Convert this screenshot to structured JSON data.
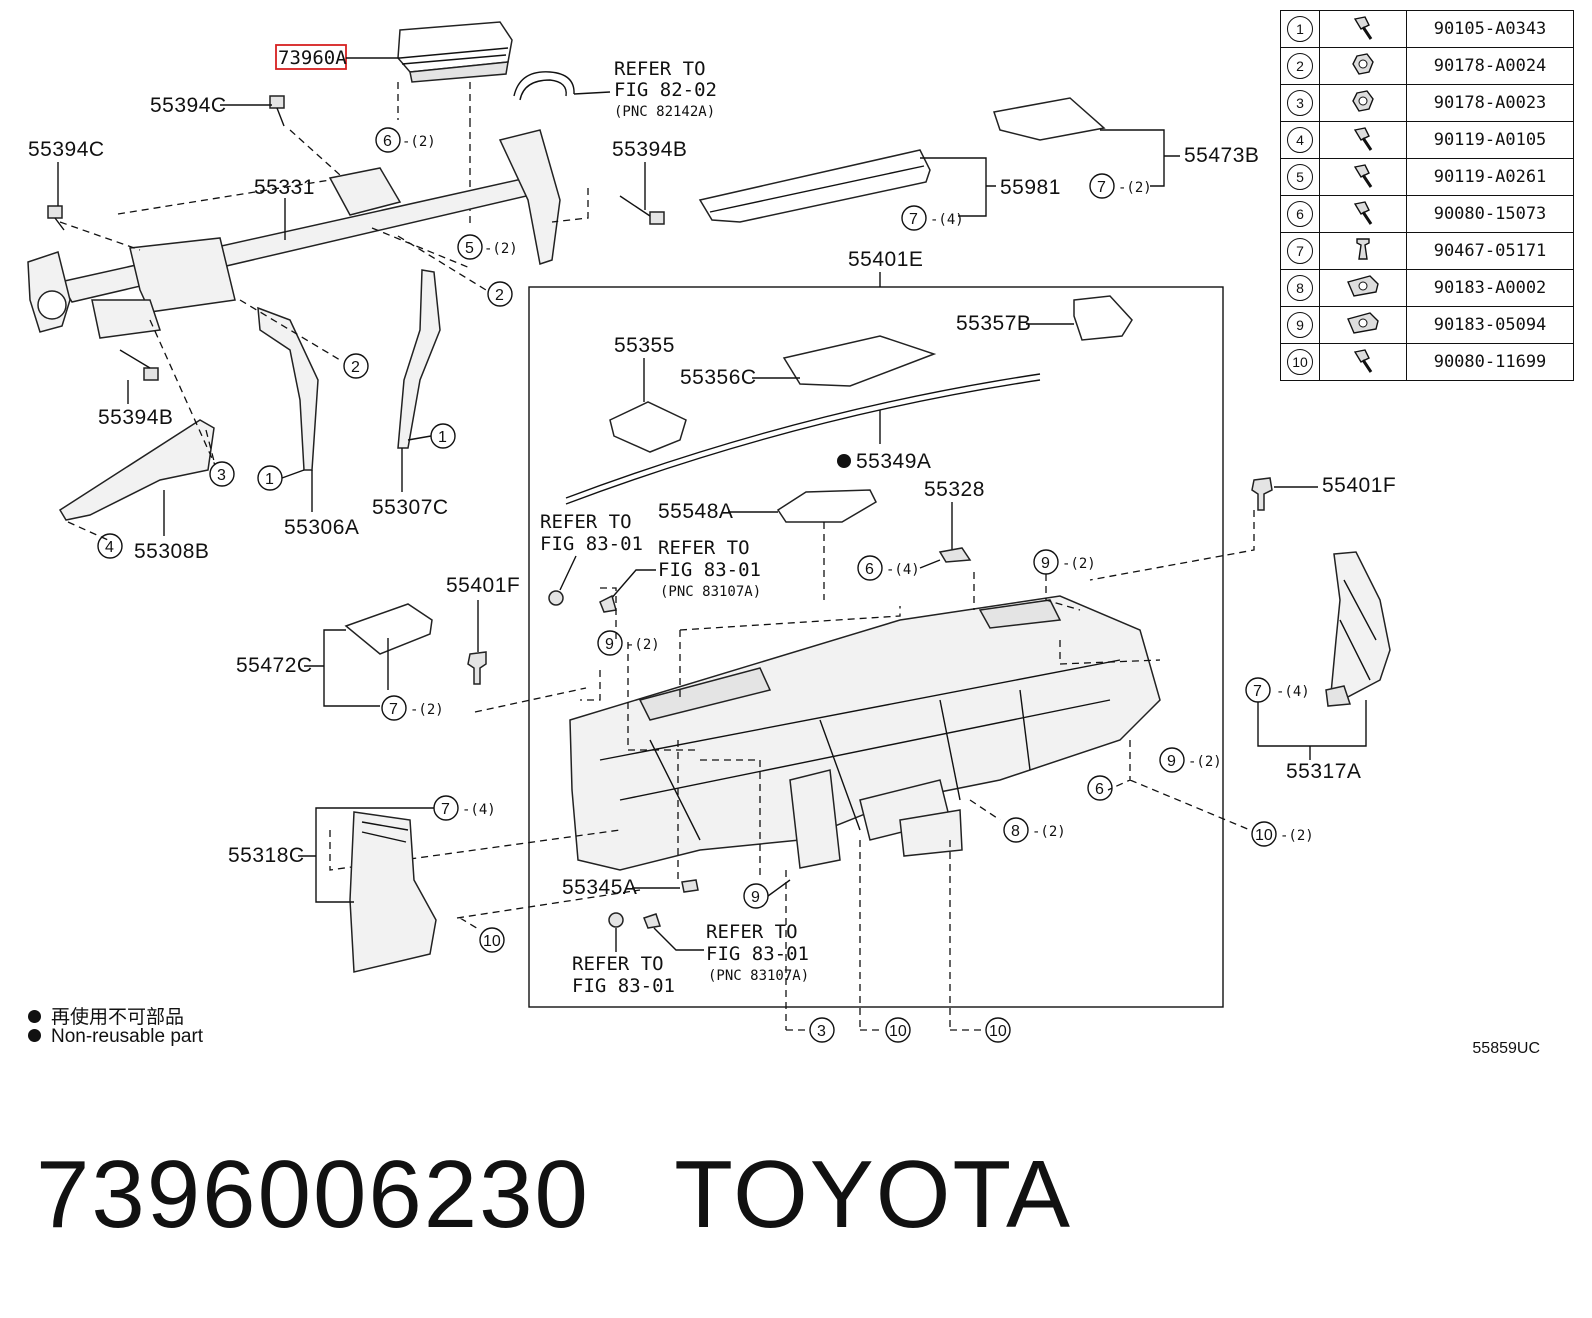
{
  "highlight_part": "73960A",
  "highlight_color": "#d62020",
  "labels": {
    "p55394C_a": "55394C",
    "p55394C_b": "55394C",
    "p55331": "55331",
    "p55394B_a": "55394B",
    "p55394B_b": "55394B",
    "p55306A": "55306A",
    "p55307C": "55307C",
    "p55308B": "55308B",
    "p55981": "55981",
    "p55473B": "55473B",
    "p55401E": "55401E",
    "p55355": "55355",
    "p55356C": "55356C",
    "p55357B": "55357B",
    "p55349A": "55349A",
    "p55328": "55328",
    "p55548A": "55548A",
    "p55401F_a": "55401F",
    "p55401F_b": "55401F",
    "p55472C": "55472C",
    "p55317A": "55317A",
    "p55318C": "55318C",
    "p55345A": "55345A"
  },
  "refs": {
    "r1_l1": "REFER TO",
    "r1_l2": "FIG 82-02",
    "r1_l3": "(PNC 82142A)",
    "r2_l1": "REFER TO",
    "r2_l2": "FIG 83-01",
    "r3_l1": "REFER TO",
    "r3_l2": "FIG 83-01",
    "r3_l3": "(PNC 83107A)",
    "r4_l1": "REFER TO",
    "r4_l2": "FIG 83-01",
    "r4_l3": "(PNC 83107A)",
    "r5_l1": "REFER TO",
    "r5_l2": "FIG 83-01"
  },
  "callouts": {
    "c6_top": "6",
    "q6_top": "-(2)",
    "c5": "5",
    "q5": "-(2)",
    "c2_a": "2",
    "c2_b": "2",
    "c3": "3",
    "c1_a": "1",
    "c1_b": "1",
    "c4": "4",
    "c7_981": "7",
    "q7_981": "-(4)",
    "c7_473": "7",
    "q7_473": "-(2)",
    "c6_328": "6",
    "q6_328": "-(4)",
    "c9_top": "9",
    "q9_top": "-(2)",
    "c9_left": "9",
    "q9_left": "-(2)",
    "c7_472": "7",
    "q7_472": "-(2)",
    "c7_317": "7",
    "q7_317": "-(4)",
    "c9_right": "9",
    "q9_right": "-(2)",
    "c6_right": "6",
    "c10_right": "10",
    "q10_right": "-(2)",
    "c8": "8",
    "q8": "-(2)",
    "c9_bottom": "9",
    "c7_318": "7",
    "q7_318": "-(4)",
    "c10_left": "10",
    "c3_bot": "3",
    "c10_bot_a": "10",
    "c10_bot_b": "10"
  },
  "parts_table": [
    {
      "index": "1",
      "icon": "screw-icon",
      "part_no": "90105-A0343"
    },
    {
      "index": "2",
      "icon": "nut-icon",
      "part_no": "90178-A0024"
    },
    {
      "index": "3",
      "icon": "nut-icon",
      "part_no": "90178-A0023"
    },
    {
      "index": "4",
      "icon": "screw-icon",
      "part_no": "90119-A0105"
    },
    {
      "index": "5",
      "icon": "screw-icon",
      "part_no": "90119-A0261"
    },
    {
      "index": "6",
      "icon": "screw-icon",
      "part_no": "90080-15073"
    },
    {
      "index": "7",
      "icon": "clip-icon",
      "part_no": "90467-05171"
    },
    {
      "index": "8",
      "icon": "nut-clip-icon",
      "part_no": "90183-A0002"
    },
    {
      "index": "9",
      "icon": "nut-clip-icon",
      "part_no": "90183-05094"
    },
    {
      "index": "10",
      "icon": "screw-icon",
      "part_no": "90080-11699"
    }
  ],
  "legend": {
    "line1": "再使用不可部品",
    "line2": "Non-reusable part"
  },
  "diagram_code": "55859UC",
  "title": {
    "part_number": "7396006230",
    "brand": "TOYOTA"
  }
}
